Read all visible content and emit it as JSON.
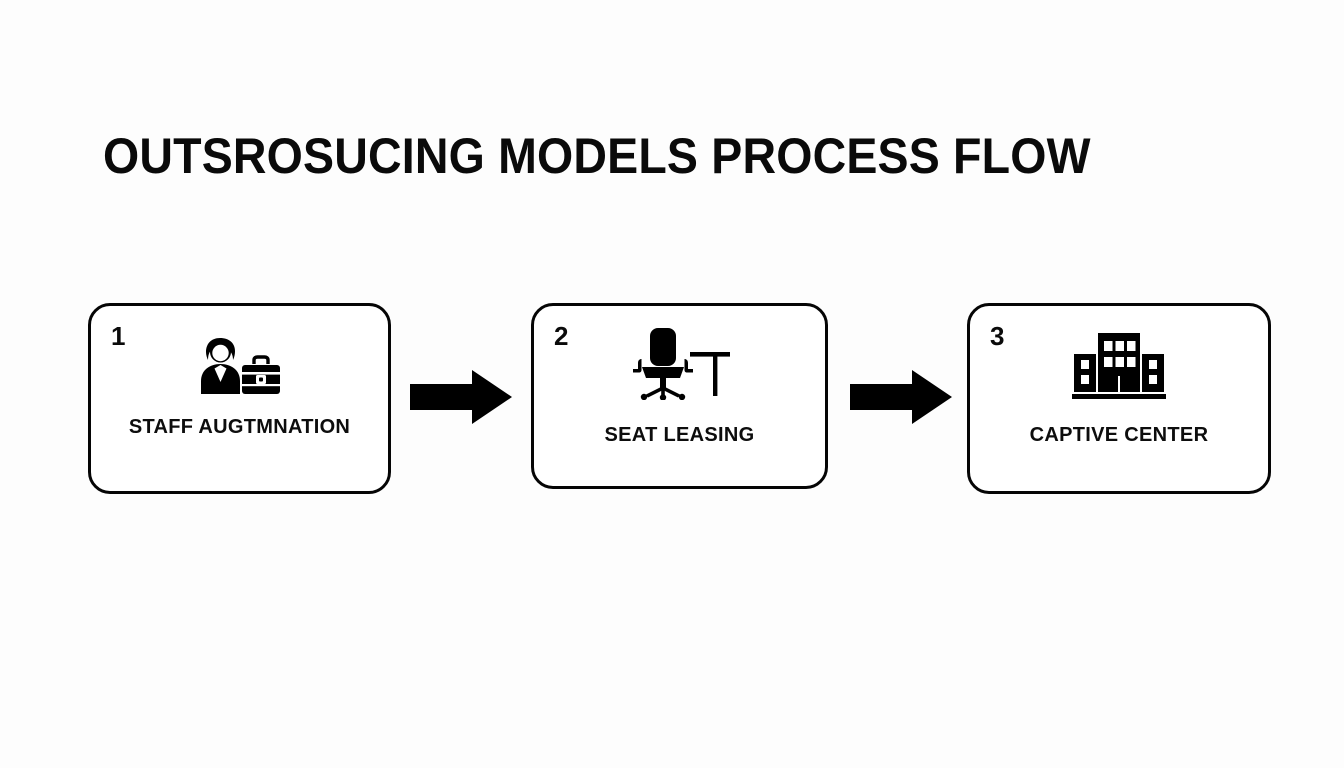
{
  "slide": {
    "title": "OUTSROSUCING MODELS PROCESS FLOW",
    "background_color": "#fdfdfd",
    "ink_color": "#000000"
  },
  "diagram": {
    "type": "process-flow",
    "orientation": "horizontal",
    "steps": [
      {
        "number": "1",
        "label": "STAFF AUGTMNATION",
        "icon": "businessman-briefcase-icon"
      },
      {
        "number": "2",
        "label": "SEAT LEASING",
        "icon": "office-chair-desk-icon"
      },
      {
        "number": "3",
        "label": "CAPTIVE CENTER",
        "icon": "office-building-icon"
      }
    ],
    "connectors": [
      {
        "icon": "arrow-right-icon",
        "from": "1",
        "to": "2"
      },
      {
        "icon": "arrow-right-icon",
        "from": "2",
        "to": "3"
      }
    ]
  }
}
